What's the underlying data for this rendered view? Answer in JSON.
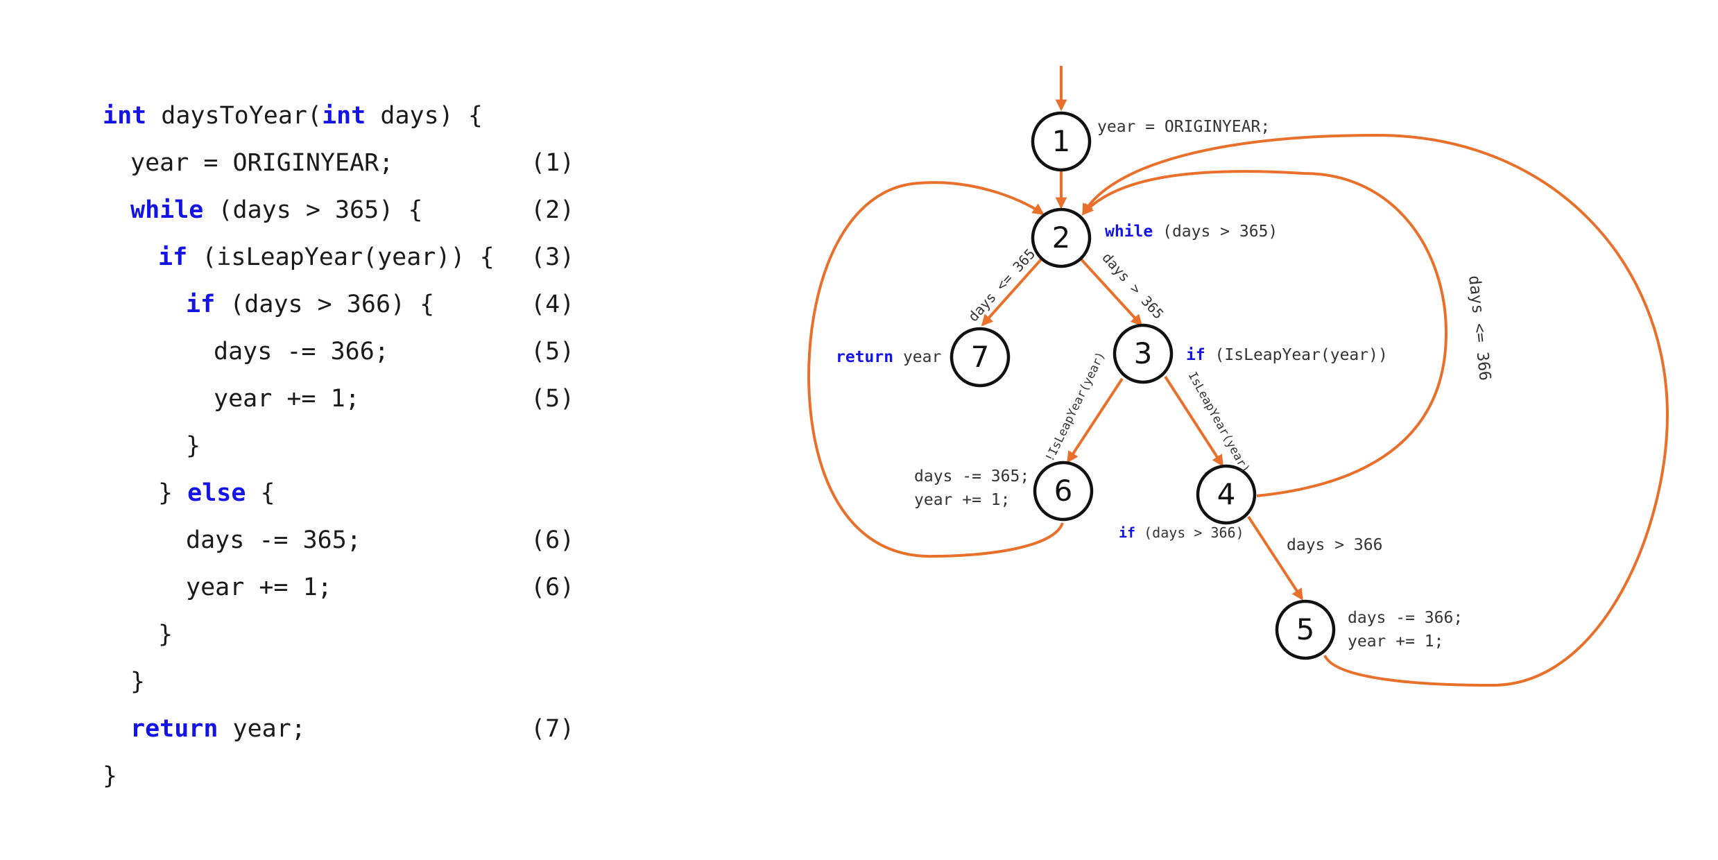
{
  "code": {
    "lines": [
      {
        "kw": "int",
        "rest": " daysToYear(",
        "kw2": "int",
        "rest2": " days) {",
        "tag": ""
      },
      {
        "kw": "",
        "rest": "year = ORIGINYEAR;",
        "kw2": "",
        "rest2": "",
        "tag": "(1)"
      },
      {
        "kw": "while",
        "rest": " (days > 365) {",
        "kw2": "",
        "rest2": "",
        "tag": "(2)"
      },
      {
        "kw": "if",
        "rest": " (isLeapYear(year)) {",
        "kw2": "",
        "rest2": "",
        "tag": "(3)"
      },
      {
        "kw": "if",
        "rest": " (days > 366) {",
        "kw2": "",
        "rest2": "",
        "tag": "(4)"
      },
      {
        "kw": "",
        "rest": "days -= 366;",
        "kw2": "",
        "rest2": "",
        "tag": "(5)"
      },
      {
        "kw": "",
        "rest": "year += 1;",
        "kw2": "",
        "rest2": "",
        "tag": "(5)"
      },
      {
        "kw": "",
        "rest": "}",
        "kw2": "",
        "rest2": "",
        "tag": ""
      },
      {
        "kw": "",
        "rest": "} ",
        "kw2": "else",
        "rest2": " {",
        "tag": ""
      },
      {
        "kw": "",
        "rest": "days -= 365;",
        "kw2": "",
        "rest2": "",
        "tag": "(6)"
      },
      {
        "kw": "",
        "rest": "year += 1;",
        "kw2": "",
        "rest2": "",
        "tag": "(6)"
      },
      {
        "kw": "",
        "rest": "}",
        "kw2": "",
        "rest2": "",
        "tag": ""
      },
      {
        "kw": "",
        "rest": "}",
        "kw2": "",
        "rest2": "",
        "tag": ""
      },
      {
        "kw": "return",
        "rest": " year;",
        "kw2": "",
        "rest2": "",
        "tag": "(7)"
      },
      {
        "kw": "",
        "rest": "}",
        "kw2": "",
        "rest2": "",
        "tag": ""
      }
    ]
  },
  "graph": {
    "nodes": [
      "1",
      "2",
      "3",
      "4",
      "5",
      "6",
      "7"
    ],
    "node_labels": {
      "n1": "year = ORIGINYEAR;",
      "n2_kw": "while",
      "n2_rest": " (days > 365)",
      "n3_kw": "if",
      "n3_rest": " (IsLeapYear(year))",
      "n4_kw": "if",
      "n4_rest": " (days > 366)",
      "n5_line1": "days -= 366;",
      "n5_line2": "year += 1;",
      "n6_line1": "days -= 365;",
      "n6_line2": "year += 1;",
      "n7_kw": "return",
      "n7_rest": " year"
    },
    "edge_labels": {
      "e2_7": "days <= 365",
      "e2_3": "days > 365",
      "e3_6": "!IsLeapYear(year)",
      "e3_4": "IsLeapYear(year)",
      "e4_5": "days > 366",
      "e4_2": "days <= 366"
    },
    "edge_color": "#e8702a",
    "keyword_color": "#1414e6"
  }
}
